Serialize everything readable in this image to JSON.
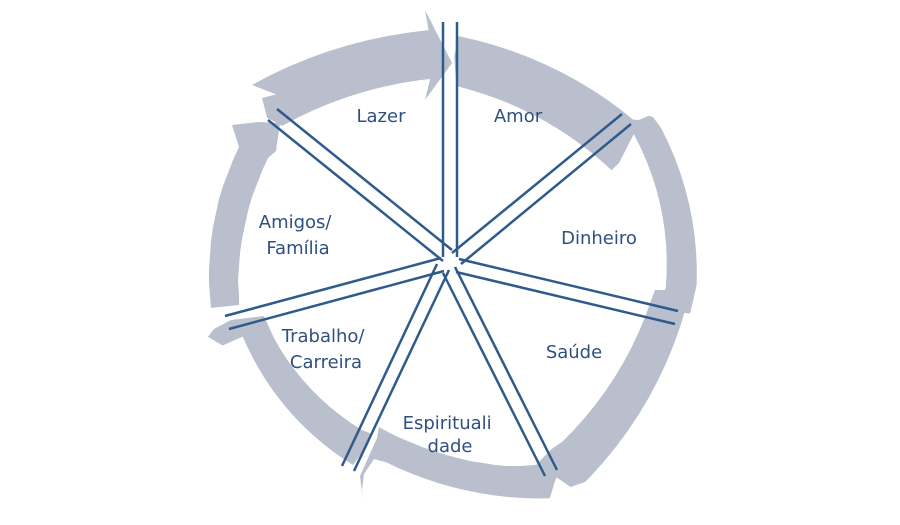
{
  "diagram": {
    "segments": [
      {
        "id": "lazer",
        "lines": [
          "Lazer"
        ]
      },
      {
        "id": "amor",
        "lines": [
          "Amor"
        ]
      },
      {
        "id": "dinheiro",
        "lines": [
          "Dinheiro"
        ]
      },
      {
        "id": "saude",
        "lines": [
          "Saúde"
        ]
      },
      {
        "id": "espiritualidade",
        "lines": [
          "Espirituali",
          "dade"
        ]
      },
      {
        "id": "trabalho",
        "lines": [
          "Trabalho/",
          "Carreira"
        ]
      },
      {
        "id": "amigos",
        "lines": [
          "Amigos/",
          "Família"
        ]
      }
    ],
    "colors": {
      "arrow": "#b9bfcc",
      "spoke": "#2f5a8c",
      "text": "#2f5080"
    }
  }
}
